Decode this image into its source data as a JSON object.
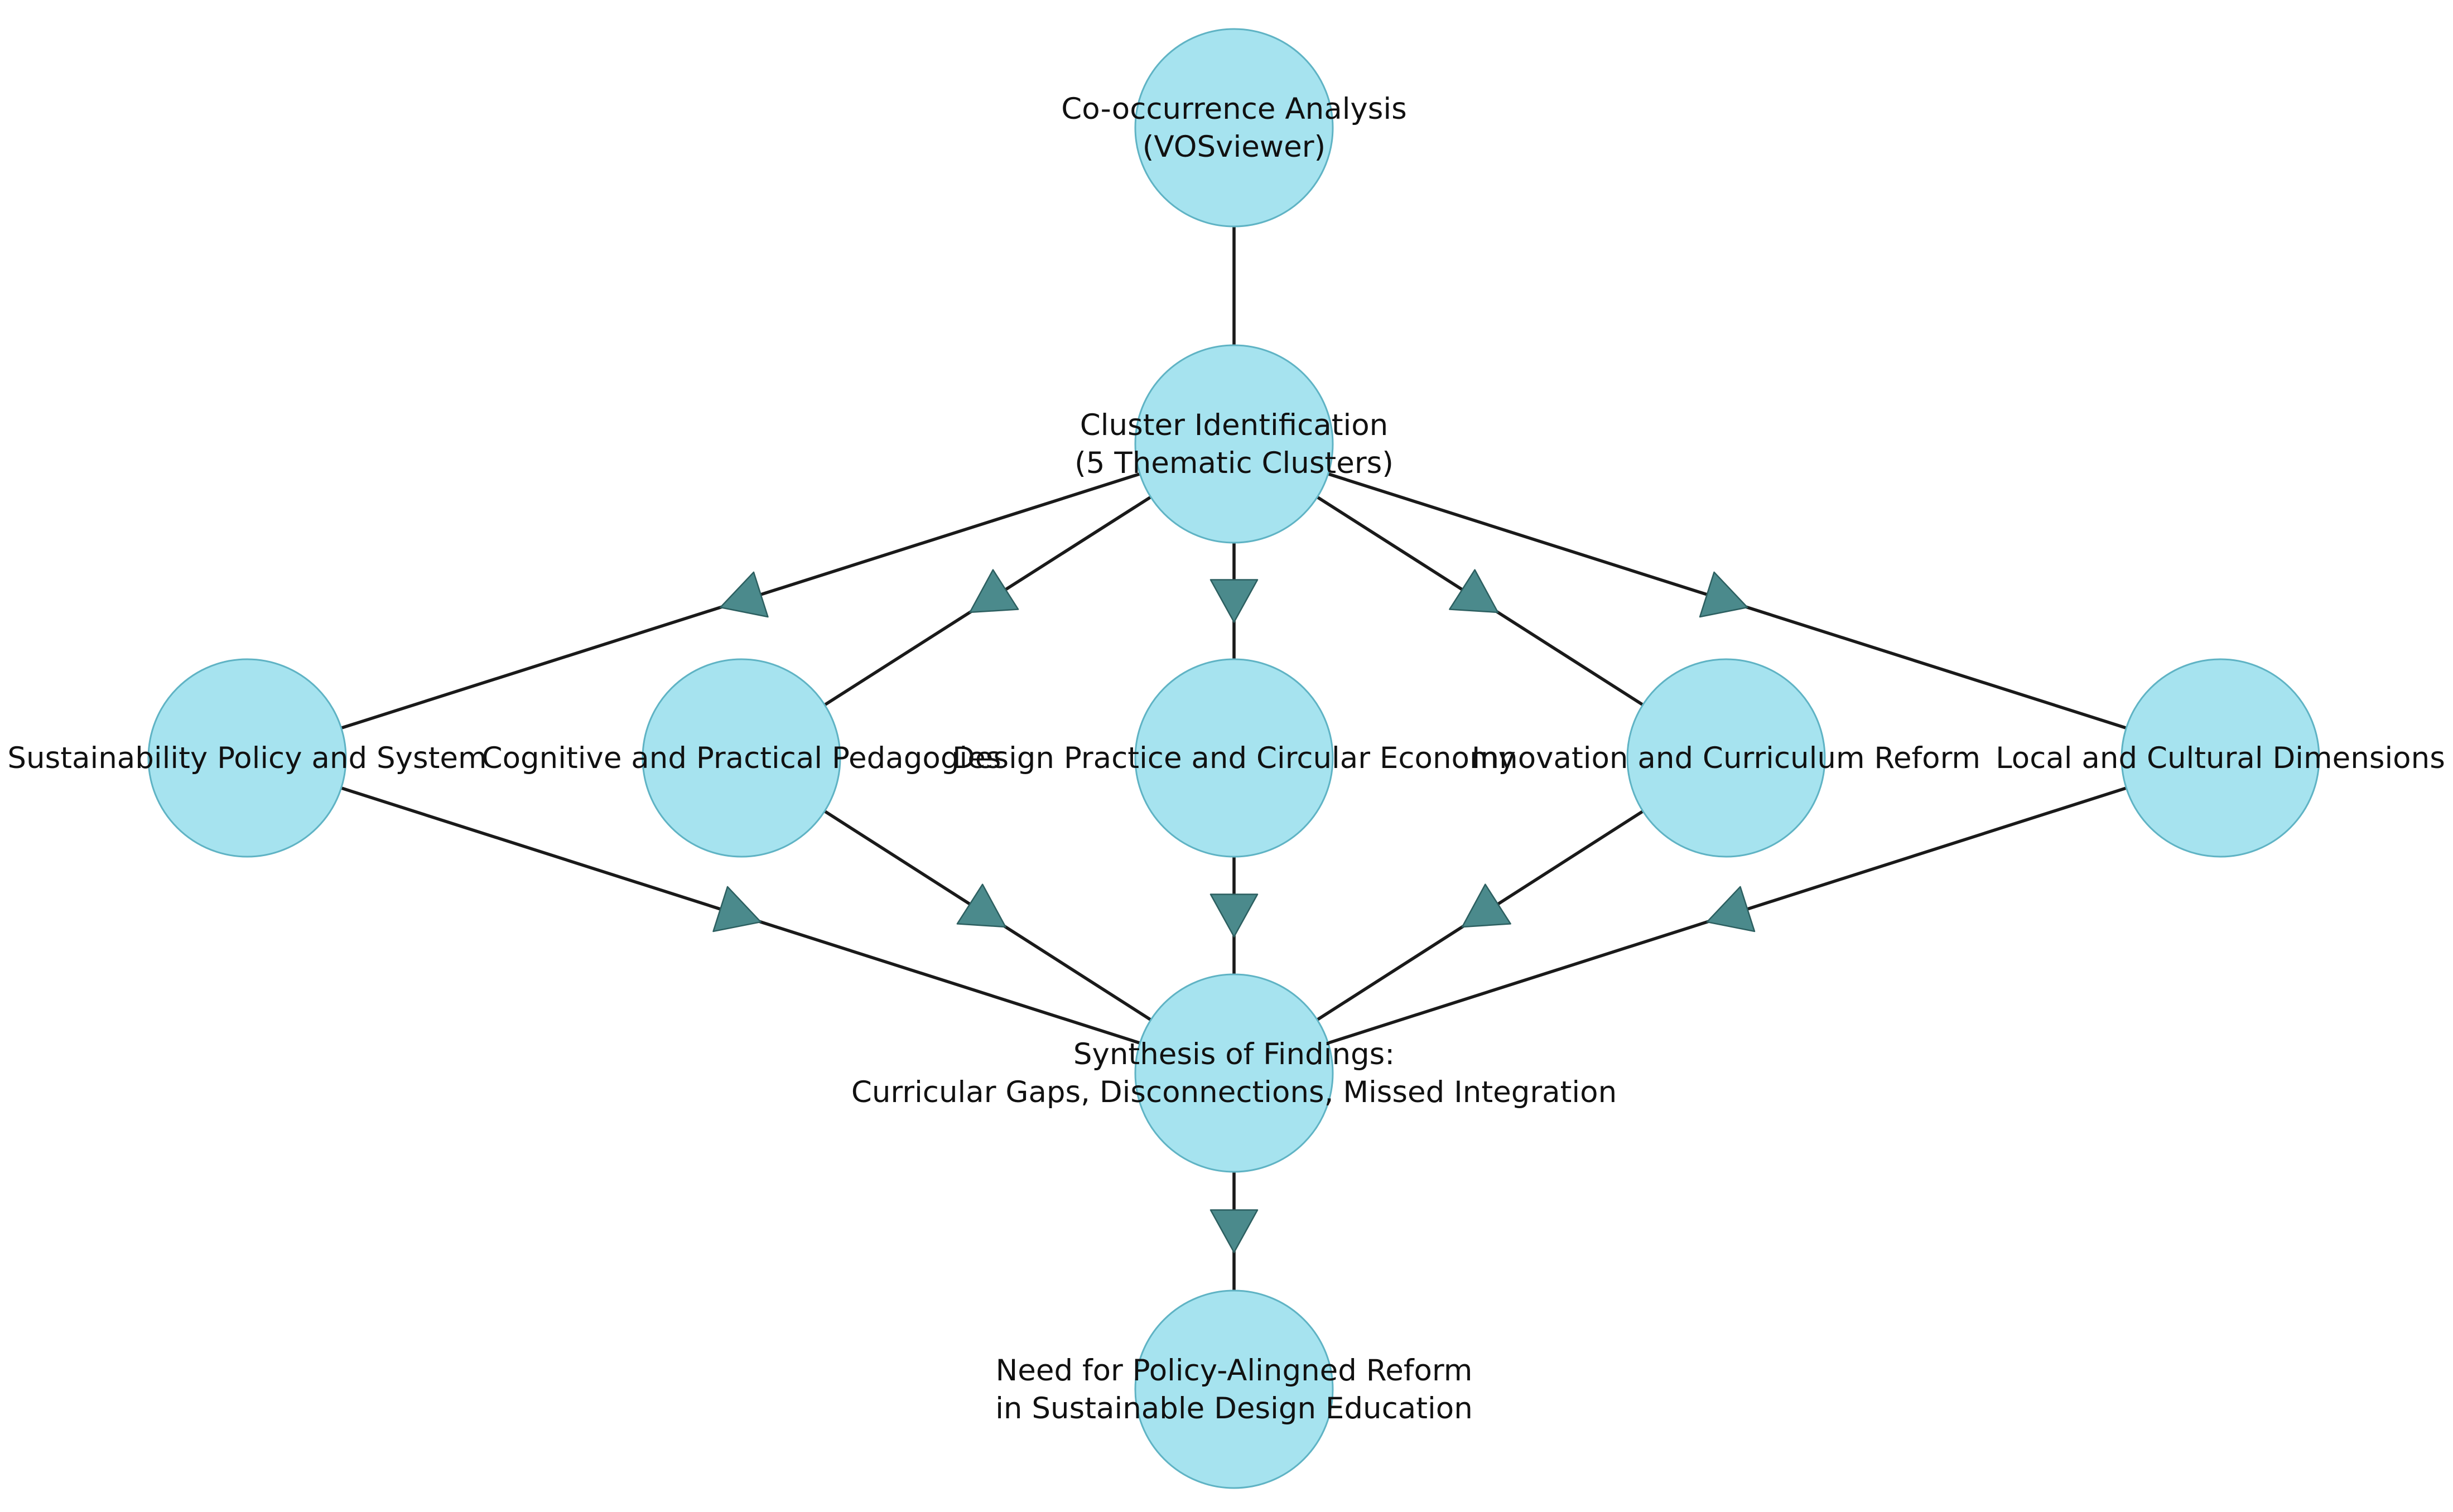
{
  "diagram": {
    "colors": {
      "node_fill": "#a6e3ef",
      "node_stroke": "#5fb3c4",
      "edge": "#1a1a1a",
      "arrow": "#4b8a8c"
    },
    "nodes": [
      {
        "id": "cooccurrence",
        "lines": [
          "Co-occurrence Analysis",
          "(VOSviewer)"
        ]
      },
      {
        "id": "cluster",
        "lines": [
          "Cluster Identification",
          "(5 Thematic Clusters)"
        ]
      },
      {
        "id": "policy",
        "lines": [
          "Sustainability Policy and System"
        ]
      },
      {
        "id": "pedagogies",
        "lines": [
          "Cognitive and Practical Pedagogies"
        ]
      },
      {
        "id": "design",
        "lines": [
          "Design Practice and Circular Economy"
        ]
      },
      {
        "id": "innovation",
        "lines": [
          "Innovation and Curriculum Reform"
        ]
      },
      {
        "id": "local",
        "lines": [
          "Local and Cultural Dimensions"
        ]
      },
      {
        "id": "synthesis",
        "lines": [
          "Synthesis of Findings:",
          "Curricular Gaps, Disconnections, Missed Integration"
        ]
      },
      {
        "id": "need",
        "lines": [
          "Need for Policy-Alingned Reform",
          "in Sustainable Design Education"
        ]
      }
    ],
    "edges": [
      {
        "from": "cooccurrence",
        "to": "cluster",
        "arrow": false
      },
      {
        "from": "cluster",
        "to": "policy",
        "arrow": true
      },
      {
        "from": "cluster",
        "to": "pedagogies",
        "arrow": true
      },
      {
        "from": "cluster",
        "to": "design",
        "arrow": true
      },
      {
        "from": "cluster",
        "to": "innovation",
        "arrow": true
      },
      {
        "from": "cluster",
        "to": "local",
        "arrow": true
      },
      {
        "from": "policy",
        "to": "synthesis",
        "arrow": true
      },
      {
        "from": "pedagogies",
        "to": "synthesis",
        "arrow": true
      },
      {
        "from": "design",
        "to": "synthesis",
        "arrow": true
      },
      {
        "from": "innovation",
        "to": "synthesis",
        "arrow": true
      },
      {
        "from": "local",
        "to": "synthesis",
        "arrow": true
      },
      {
        "from": "synthesis",
        "to": "need",
        "arrow": true
      }
    ]
  }
}
